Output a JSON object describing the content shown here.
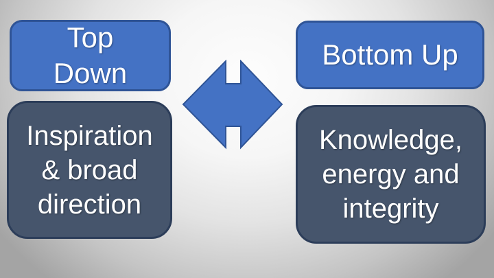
{
  "slide": {
    "left_column": {
      "header": {
        "label": "Top\nDown"
      },
      "body": {
        "label": "Inspiration\n& broad\ndirection"
      }
    },
    "right_column": {
      "header": {
        "label": "Bottom Up"
      },
      "body": {
        "label": "Knowledge,\nenergy and\nintegrity"
      }
    },
    "connector": {
      "icon": "left-right-arrow-icon"
    }
  },
  "colors": {
    "header_fill": "#4472C4",
    "header_border": "#2F5496",
    "body_fill": "#46556C",
    "body_border": "#2C3D59",
    "arrow_fill": "#4472C4",
    "arrow_border": "#2F5496",
    "text": "#FFFFFF"
  }
}
